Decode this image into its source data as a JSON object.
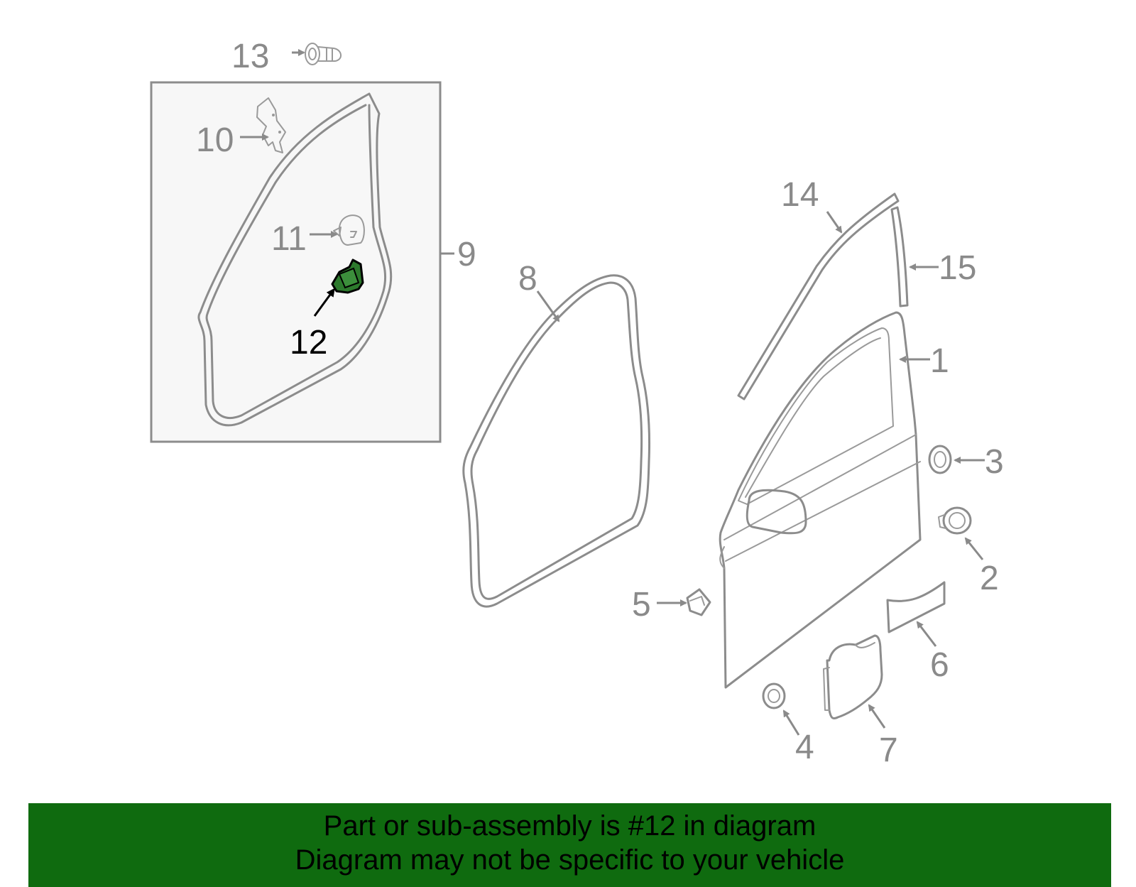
{
  "diagram": {
    "highlight_color": "#2d7a2d",
    "highlighted_part": "12",
    "callouts": [
      {
        "id": "p1",
        "label": "1"
      },
      {
        "id": "p2",
        "label": "2"
      },
      {
        "id": "p3",
        "label": "3"
      },
      {
        "id": "p4",
        "label": "4"
      },
      {
        "id": "p5",
        "label": "5"
      },
      {
        "id": "p6",
        "label": "6"
      },
      {
        "id": "p7",
        "label": "7"
      },
      {
        "id": "p8",
        "label": "8"
      },
      {
        "id": "p9",
        "label": "9"
      },
      {
        "id": "p10",
        "label": "10"
      },
      {
        "id": "p11",
        "label": "11"
      },
      {
        "id": "p12",
        "label": "12"
      },
      {
        "id": "p13",
        "label": "13"
      },
      {
        "id": "p14",
        "label": "14"
      },
      {
        "id": "p15",
        "label": "15"
      }
    ]
  },
  "banner": {
    "background": "#0f6b0f",
    "line1": "Part or sub-assembly is #12 in diagram",
    "line2": "Diagram may not be specific to your vehicle"
  }
}
